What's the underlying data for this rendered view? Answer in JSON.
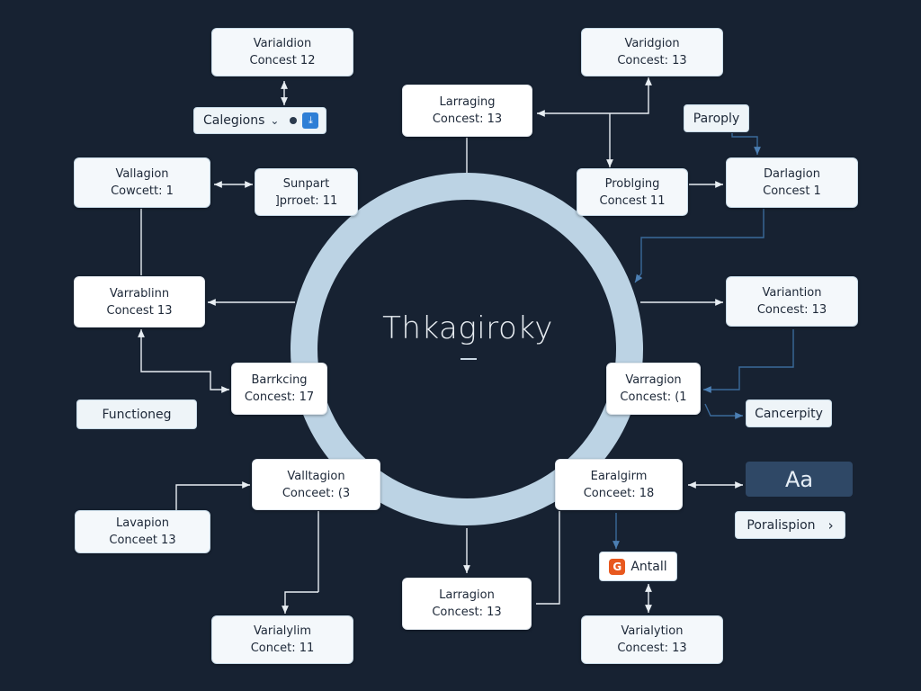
{
  "center": {
    "title": "Thkagiroky"
  },
  "colors": {
    "background": "#172232",
    "ring": "#bcd3e4",
    "connector": "#e8eef3",
    "accent_box": "#2f4866",
    "accent_connector": "#3a6a9a"
  },
  "nodes": [
    {
      "id": "n1",
      "line1": "Varialdion",
      "line2": "Concest 12"
    },
    {
      "id": "n2",
      "line1": "Varidgion",
      "line2": "Concest: 13"
    },
    {
      "id": "n3",
      "line1": "Larraging",
      "line2": "Concest: 13"
    },
    {
      "id": "n4",
      "line1": "Vallagion",
      "line2": "Cowcett: 1"
    },
    {
      "id": "n5",
      "line1": "Sunpart",
      "line2": "]prroet: 11"
    },
    {
      "id": "n6",
      "line1": "Problging",
      "line2": "Concest 11"
    },
    {
      "id": "n7",
      "line1": "Darlagion",
      "line2": "Concest 1"
    },
    {
      "id": "n8",
      "line1": "Varrablinn",
      "line2": "Concest 13"
    },
    {
      "id": "n9",
      "line1": "Variantion",
      "line2": "Concest: 13"
    },
    {
      "id": "n10",
      "line1": "Barrkcing",
      "line2": "Concest: 17"
    },
    {
      "id": "n11",
      "line1": "Varragion",
      "line2": "Concest: (1"
    },
    {
      "id": "n12",
      "line1": "Valltagion",
      "line2": "Conceet: (3"
    },
    {
      "id": "n13",
      "line1": "Earalgirm",
      "line2": "Conceet: 18"
    },
    {
      "id": "n14",
      "line1": "Lavapion",
      "line2": "Conceet 13"
    },
    {
      "id": "n15",
      "line1": "Larragion",
      "line2": "Concest: 13"
    },
    {
      "id": "n16",
      "line1": "Varialylim",
      "line2": "Concet: 11"
    },
    {
      "id": "n17",
      "line1": "Varialytion",
      "line2": "Concest: 13"
    }
  ],
  "controls": {
    "categories_label": "Calegions",
    "caret_glyph": "⌄",
    "select_icon_glyph": "⤓",
    "properly_label": "Paroply",
    "functioneg_label": "Functioneg",
    "conceripity_label": "Cancerpity",
    "ag_label": "Aa",
    "poralispion_label": "Poralispion",
    "poralispion_chevron": "›",
    "antall_label": "Antall",
    "antall_icon_glyph": "G"
  }
}
